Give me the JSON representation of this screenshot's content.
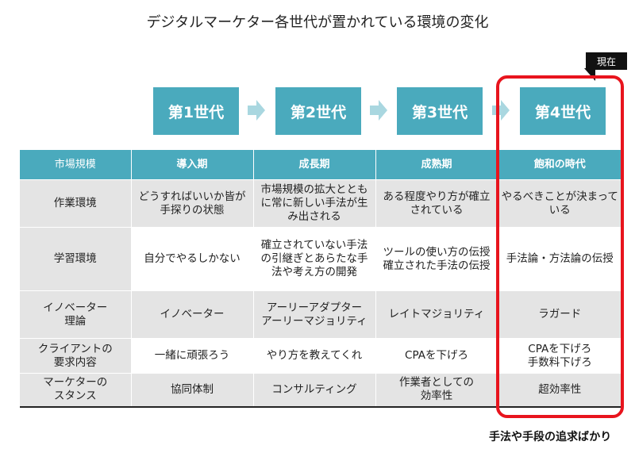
{
  "title": "デジタルマーケター各世代が置かれている環境の変化",
  "generations": [
    "第1世代",
    "第2世代",
    "第3世代",
    "第4世代"
  ],
  "current_badge": "現在",
  "table": {
    "headers": [
      "市場規模",
      "導入期",
      "成長期",
      "成熟期",
      "飽和の時代"
    ],
    "rows": [
      {
        "label": "作業環境",
        "cells": [
          "どうすればいいか皆が手探りの状態",
          "市場規模の拡大とともに常に新しい手法が生み出される",
          "ある程度やり方が確立されている",
          "やるべきことが決まっている"
        ]
      },
      {
        "label": "学習環境",
        "cells": [
          "自分でやるしかない",
          "確立されていない手法の引継ぎとあらたな手法や考え方の開発",
          "ツールの使い方の伝授\n確立された手法の伝授",
          "手法論・方法論の伝授"
        ]
      },
      {
        "label": "イノベーター\n理論",
        "cells": [
          "イノベーター",
          "アーリーアダプター\nアーリーマジョリティ",
          "レイトマジョリティ",
          "ラガード"
        ]
      },
      {
        "label": "クライアントの\n要求内容",
        "cells": [
          "一緒に頑張ろう",
          "やり方を教えてくれ",
          "CPAを下げろ",
          "CPAを下げろ\n手数料下げろ"
        ]
      },
      {
        "label": "マーケターの\nスタンス",
        "cells": [
          "協同体制",
          "コンサルティング",
          "作業者としての\n効率性",
          "超効率性"
        ]
      }
    ]
  },
  "footer_note": "手法や手段の追求ばかり",
  "colors": {
    "accent": "#4aaabd",
    "arrow": "#a9d7e0",
    "highlight": "#e8141d",
    "row_grey": "#e4e4e4"
  }
}
